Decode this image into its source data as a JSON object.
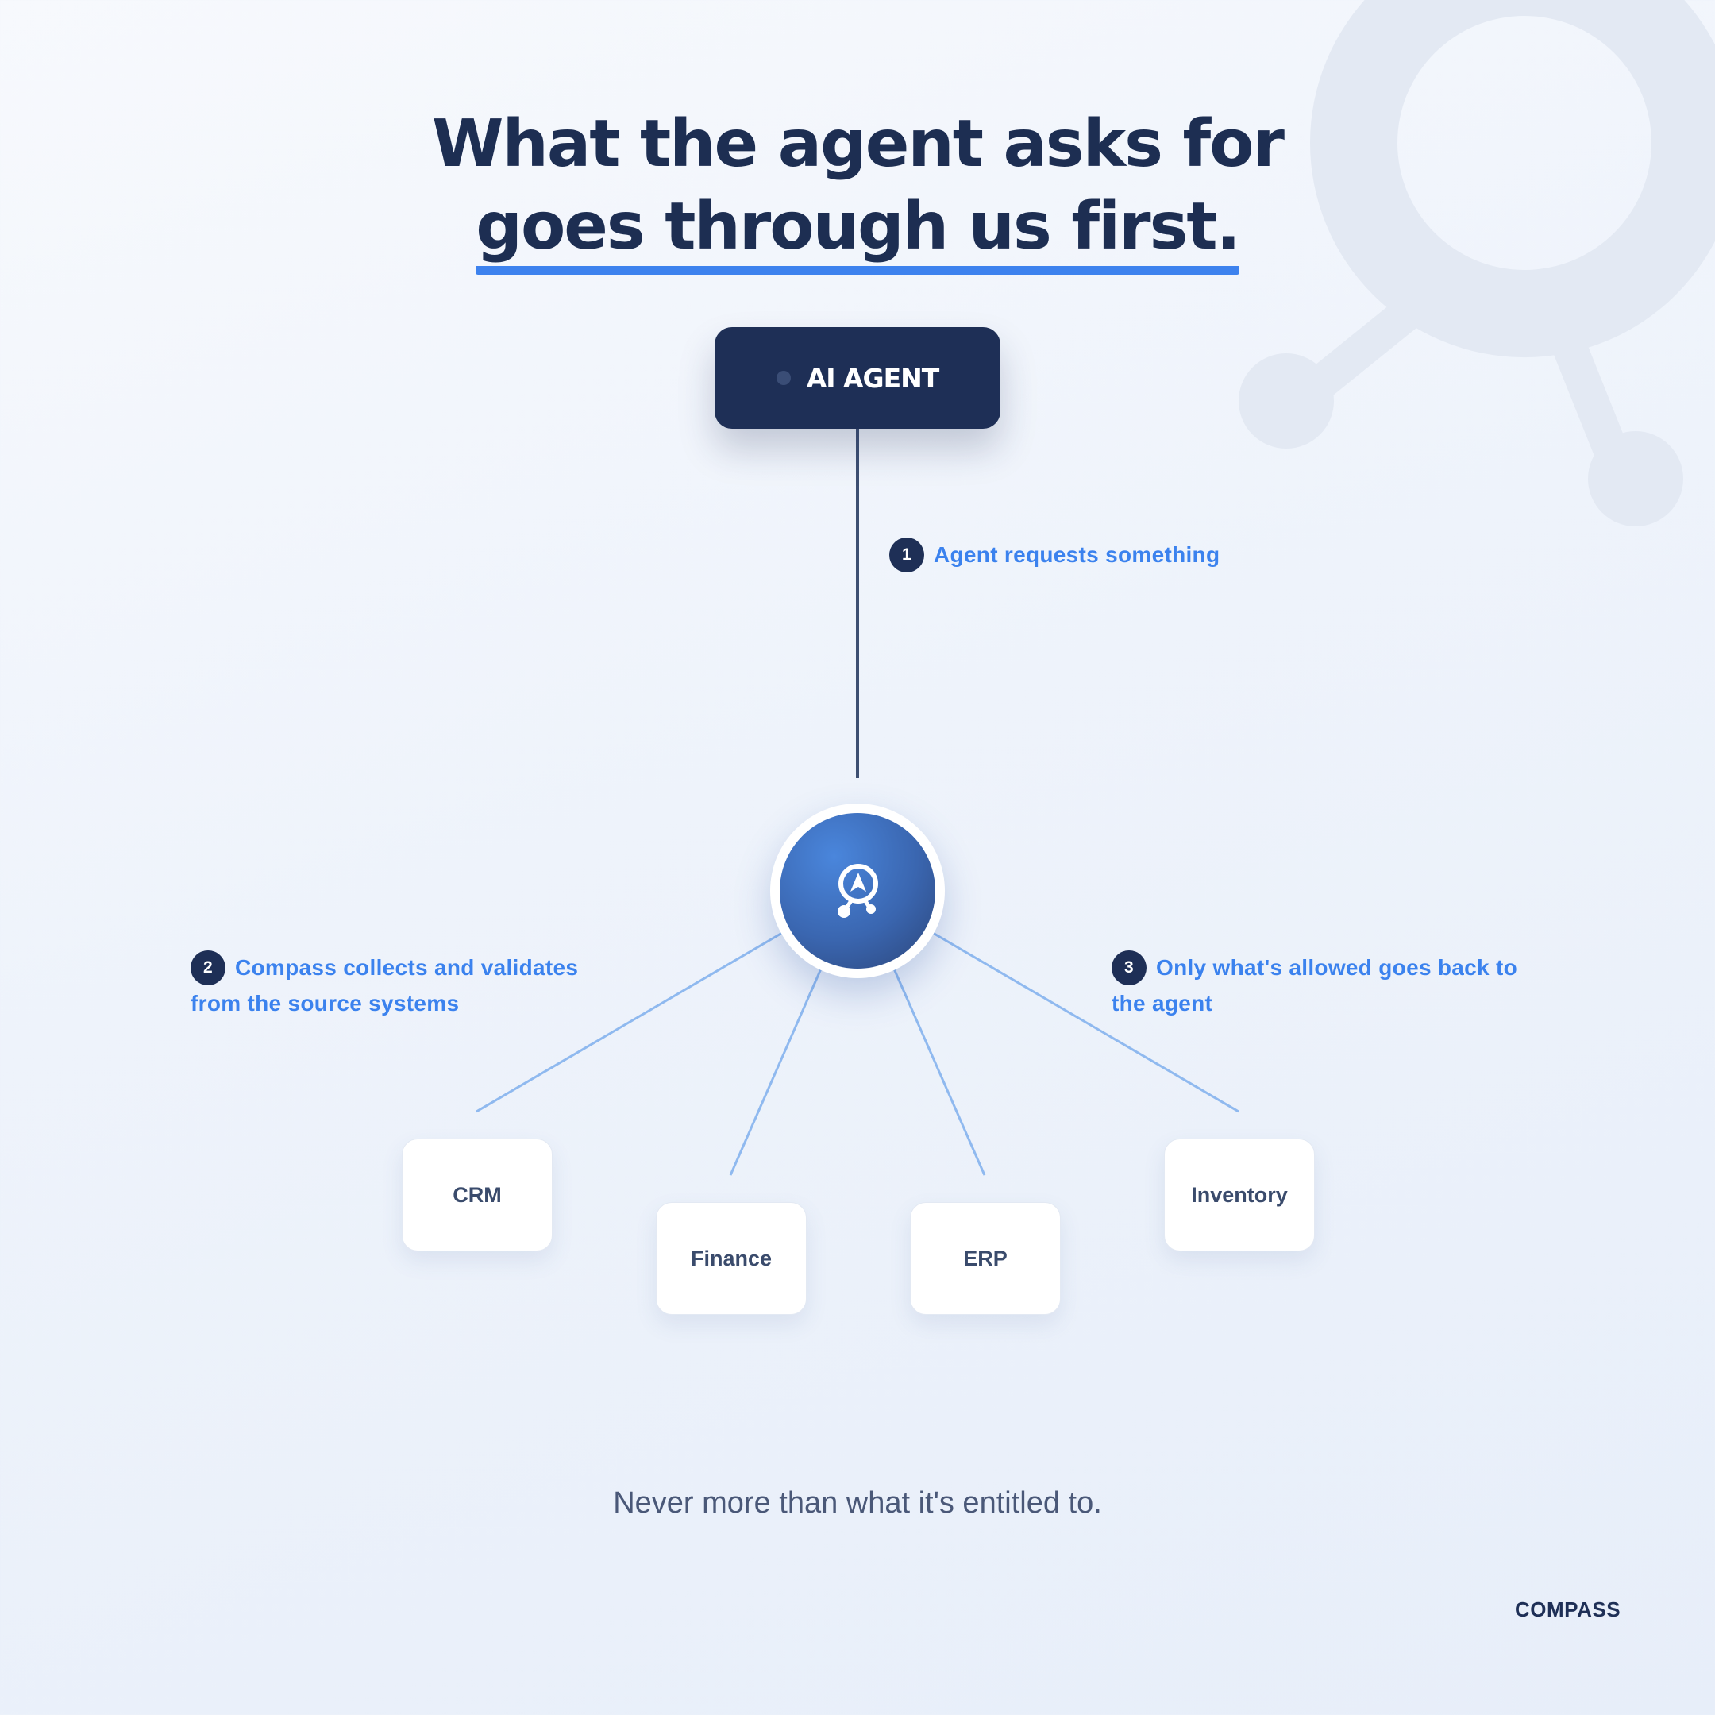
{
  "headline": {
    "line1": "What the agent asks for",
    "line2": "goes through us first."
  },
  "agent_node": {
    "label": "AI AGENT"
  },
  "hub": {
    "icon": "compass-logo-icon"
  },
  "steps": [
    {
      "number": "1",
      "text": "Agent requests something"
    },
    {
      "number": "2",
      "line1": "Compass collects and validates",
      "line2": "from the source systems"
    },
    {
      "number": "3",
      "line1": "Only what's allowed goes back to",
      "line2": "the agent"
    }
  ],
  "systems": [
    "CRM",
    "Finance",
    "ERP",
    "Inventory"
  ],
  "tagline": "Never more than what it's entitled to.",
  "brand": {
    "name": "COMPASS"
  },
  "colors": {
    "navy": "#1e2f56",
    "accent": "#3b82ee",
    "connector": "#8fb9ef",
    "background": "#eef3fb"
  }
}
